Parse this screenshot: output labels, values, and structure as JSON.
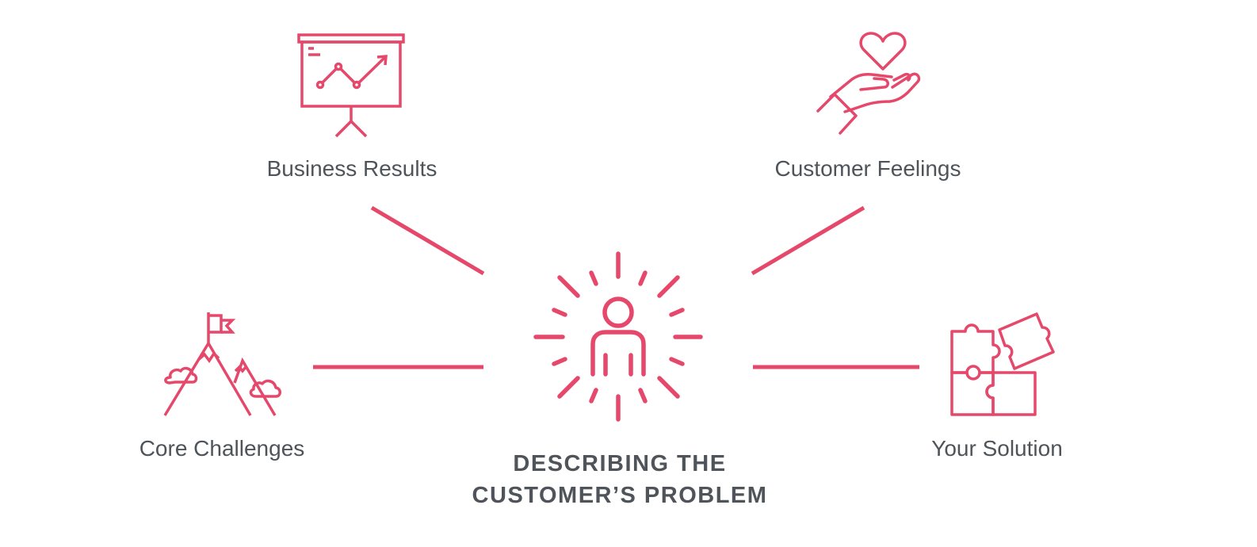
{
  "diagram": {
    "accent_color": "#e5486a",
    "text_color": "#4e545a",
    "center": {
      "title_line1": "DESCRIBING THE",
      "title_line2": "CUSTOMER’S PROBLEM",
      "icon": "person-radiating-icon"
    },
    "nodes": [
      {
        "label": "Business Results",
        "icon": "presentation-chart-icon"
      },
      {
        "label": "Customer Feelings",
        "icon": "heart-hand-icon"
      },
      {
        "label": "Core Challenges",
        "icon": "mountain-flag-icon"
      },
      {
        "label": "Your Solution",
        "icon": "puzzle-pieces-icon"
      }
    ]
  }
}
